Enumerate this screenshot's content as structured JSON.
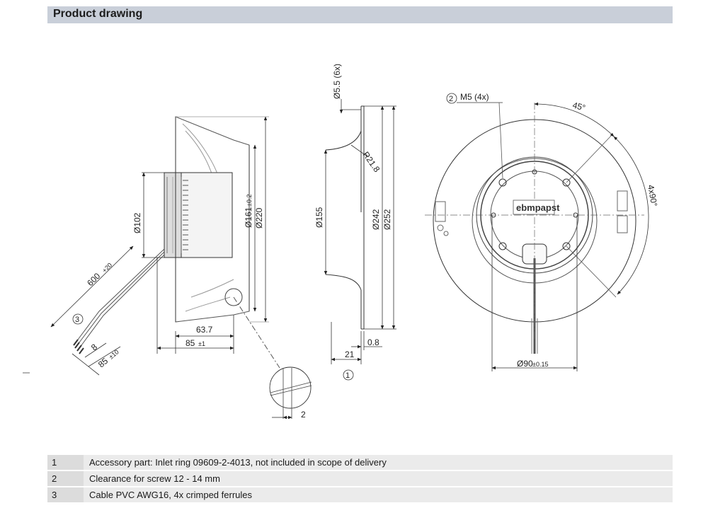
{
  "header": {
    "title": "Product drawing"
  },
  "side_view": {
    "dims": {
      "d102": "Ø102",
      "d161": "Ø161",
      "d161_tol": "±0.2",
      "d220": "Ø220",
      "len637": "63.7",
      "len85": "85",
      "len85_tol": "±1",
      "cable600": "600",
      "cable600_tol": "+20",
      "len8": "8",
      "len85b": "85",
      "len85b_tol": "±10",
      "callout3": "3"
    }
  },
  "section_view": {
    "dims": {
      "d55": "Ø5.5 (6x)",
      "r218": "R21.8",
      "d155": "Ø155",
      "d242": "Ø242",
      "d252": "Ø252",
      "len21": "21",
      "len08": "0.8",
      "callout1": "1",
      "detail2": "2"
    }
  },
  "front_view": {
    "dims": {
      "callout2": "2",
      "m5": "M5 (4x)",
      "ang45": "45°",
      "ang4x90": "4x90°",
      "d90": "Ø90",
      "d90_tol": "±0.15",
      "logo": "ebmpapst"
    }
  },
  "notes": [
    {
      "num": "1",
      "text": "Accessory part: Inlet ring 09609-2-4013, not included in scope of delivery"
    },
    {
      "num": "2",
      "text": "Clearance for screw 12 - 14 mm"
    },
    {
      "num": "3",
      "text": "Cable PVC AWG16, 4x crimped ferrules"
    }
  ]
}
